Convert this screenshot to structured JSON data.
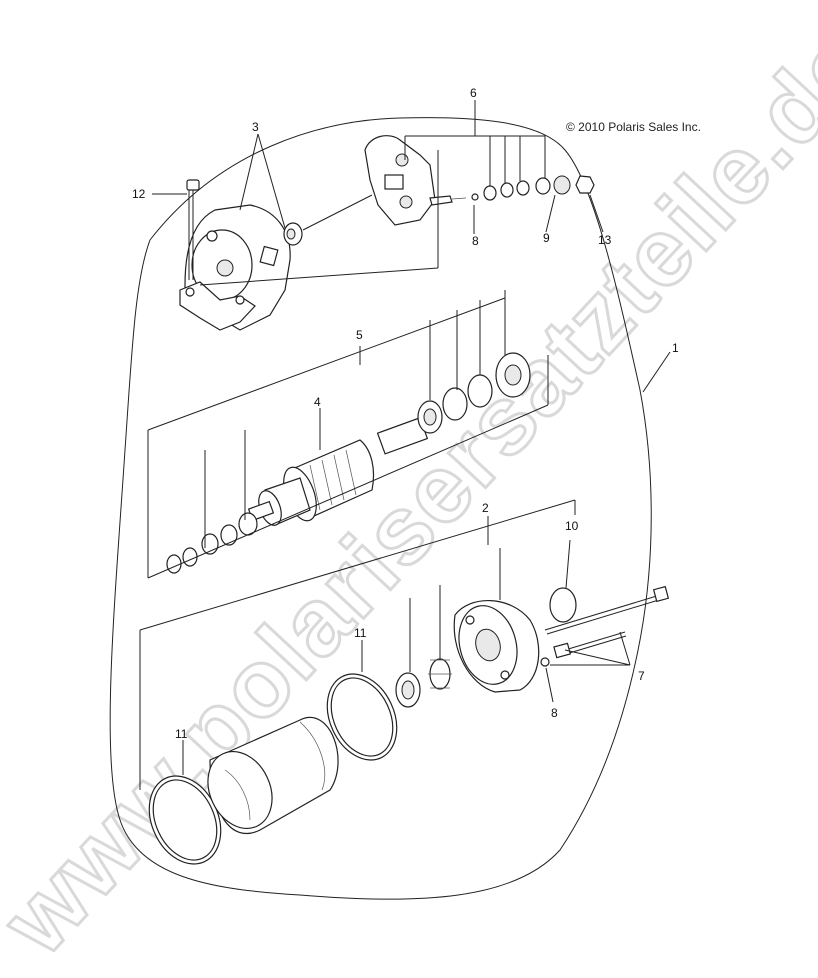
{
  "copyright": "© 2010 Polaris Sales Inc.",
  "watermark": "www.polarisersatzteile.de",
  "callouts": {
    "c1": "1",
    "c2": "2",
    "c3": "3",
    "c4": "4",
    "c5": "5",
    "c6": "6",
    "c7": "7",
    "c8a": "8",
    "c8b": "8",
    "c9": "9",
    "c10": "10",
    "c11a": "11",
    "c11b": "11",
    "c12": "12",
    "c13": "13"
  }
}
